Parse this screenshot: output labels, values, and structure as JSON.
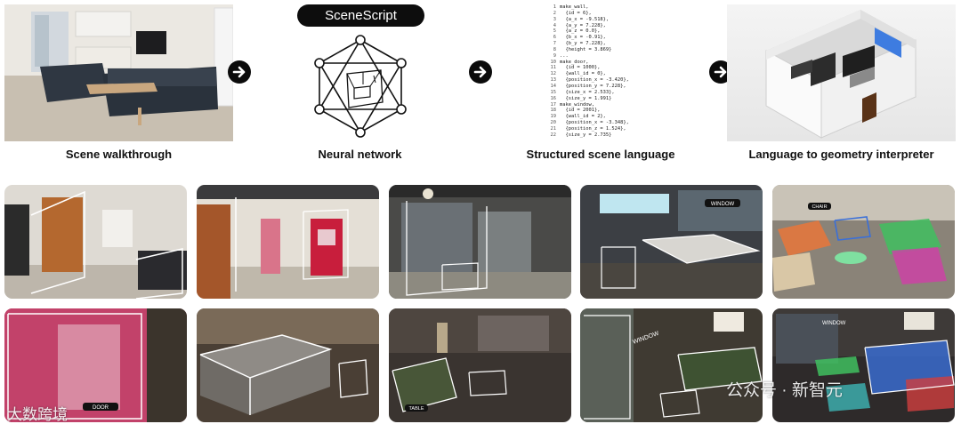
{
  "pipeline": {
    "stages": [
      {
        "caption": "Scene walkthrough"
      },
      {
        "caption": "Neural network",
        "pill_label": "SceneScript"
      },
      {
        "caption": "Structured scene language"
      },
      {
        "caption": "Language to geometry interpreter"
      }
    ],
    "arrow_icon": "right-arrow-icon"
  },
  "code_lines": [
    {
      "n": "1",
      "text": "make_wall,"
    },
    {
      "n": "2",
      "text": "  {id = 6},"
    },
    {
      "n": "3",
      "text": "  {a_x = -9.518},"
    },
    {
      "n": "4",
      "text": "  {a_y = 7.228},"
    },
    {
      "n": "5",
      "text": "  {a_z = 0.0},"
    },
    {
      "n": "6",
      "text": "  {b_x = -0.91},"
    },
    {
      "n": "7",
      "text": "  {b_y = 7.228},"
    },
    {
      "n": "8",
      "text": "  {height = 3.869}"
    },
    {
      "n": "9",
      "text": "..."
    },
    {
      "n": "10",
      "text": "make_door,"
    },
    {
      "n": "11",
      "text": "  {id = 1000},"
    },
    {
      "n": "12",
      "text": "  {wall_id = 0},"
    },
    {
      "n": "13",
      "text": "  {position_x = -3.420},"
    },
    {
      "n": "14",
      "text": "  {position_y = 7.228},"
    },
    {
      "n": "15",
      "text": "  {size_x = 2.533},"
    },
    {
      "n": "16",
      "text": "  {size_y = 1.991}"
    },
    {
      "n": "17",
      "text": "make_window,"
    },
    {
      "n": "18",
      "text": "  {id = 2001},"
    },
    {
      "n": "19",
      "text": "  {wall_id = 2},"
    },
    {
      "n": "20",
      "text": "  {position_x = -3.348},"
    },
    {
      "n": "21",
      "text": "  {position_z = 1.524},"
    },
    {
      "n": "22",
      "text": "  {size_y = 2.735}"
    }
  ],
  "gallery": {
    "tiles": [
      {
        "scene": "office corridor with doors and couch",
        "label": ""
      },
      {
        "scene": "office hallway with red door",
        "label": ""
      },
      {
        "scene": "office with glass walls",
        "label": ""
      },
      {
        "scene": "meeting room with table and screens",
        "label": "WINDOW"
      },
      {
        "scene": "lounge with chairs and tables",
        "label": "CHAIR"
      },
      {
        "scene": "hotel room seen through red door",
        "label": "DOOR"
      },
      {
        "scene": "bedroom with bed",
        "label": ""
      },
      {
        "scene": "dim lounge with couches",
        "label": "TABLE"
      },
      {
        "scene": "living room with sofa",
        "label": "WINDOW"
      },
      {
        "scene": "living room with colored furniture boxes",
        "label": "WINDOW"
      }
    ],
    "colors": {
      "wall_light": "#d9d4cc",
      "floor_wood": "#b59a7a",
      "red_door": "#c81e3c",
      "box_outline": "#ffffff",
      "dark_room": "#3b342c",
      "accent_orange": "#e8773a",
      "accent_green": "#3fbf5f",
      "accent_blue": "#3a6fd8",
      "accent_magenta": "#d03fa8"
    }
  },
  "watermarks": {
    "right": "公众号 · 新智元",
    "left": "大数跨境"
  }
}
